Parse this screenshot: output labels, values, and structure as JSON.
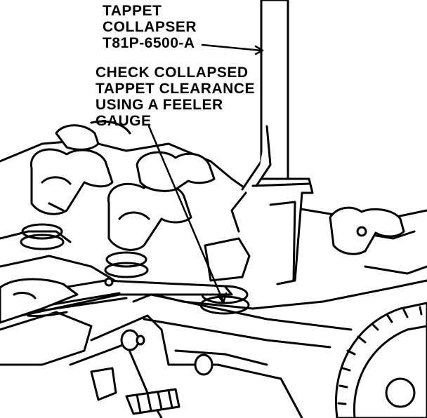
{
  "labels": {
    "tool": {
      "line1": "TAPPET",
      "line2": "COLLAPSER",
      "line3": "T81P-6500-A"
    },
    "check": {
      "line1": "CHECK COLLAPSED",
      "line2": "TAPPET CLEARANCE",
      "line3": "USING A FEELER",
      "line4": "GAUGE"
    }
  }
}
